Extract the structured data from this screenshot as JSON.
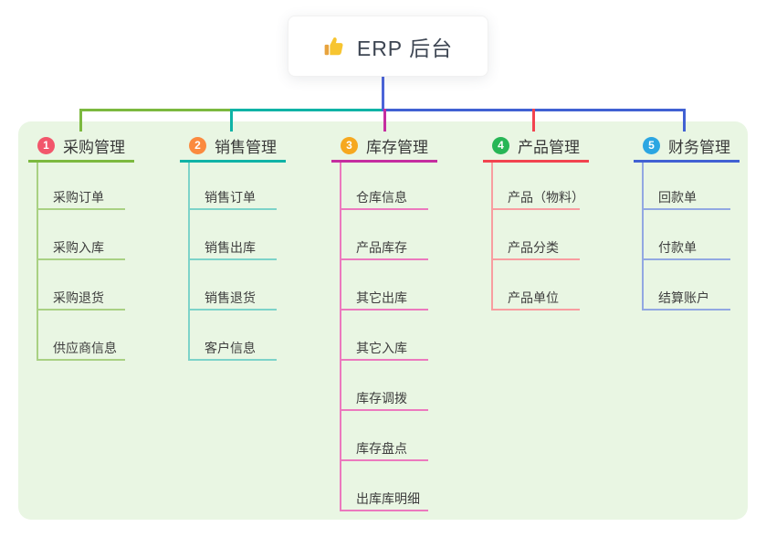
{
  "root": {
    "label": "ERP 后台",
    "icon": "thumbs-up"
  },
  "panel": {
    "bg": "#E9F6E3"
  },
  "connectors": {
    "root_line_color": "#4B64D9"
  },
  "branches": [
    {
      "index": "1",
      "label": "采购管理",
      "badge_color": "#F2566B",
      "line_color": "#7CB93F",
      "child_line_color": "#A9D183",
      "children": [
        "采购订单",
        "采购入库",
        "采购退货",
        "供应商信息"
      ]
    },
    {
      "index": "2",
      "label": "销售管理",
      "badge_color": "#FB8A3F",
      "line_color": "#0FB3A6",
      "child_line_color": "#7DD3C9",
      "children": [
        "销售订单",
        "销售出库",
        "销售退货",
        "客户信息"
      ]
    },
    {
      "index": "3",
      "label": "库存管理",
      "badge_color": "#F6A81F",
      "line_color": "#C52DA0",
      "child_line_color": "#EC79BE",
      "children": [
        "仓库信息",
        "产品库存",
        "其它出库",
        "其它入库",
        "库存调拨",
        "库存盘点",
        "出库库明细"
      ]
    },
    {
      "index": "4",
      "label": "产品管理",
      "badge_color": "#27B656",
      "line_color": "#F2434F",
      "child_line_color": "#F89DA0",
      "children": [
        "产品（物料）",
        "产品分类",
        "产品单位"
      ]
    },
    {
      "index": "5",
      "label": "财务管理",
      "badge_color": "#2BA6E2",
      "line_color": "#4161D3",
      "child_line_color": "#92A8E2",
      "children": [
        "回款单",
        "付款单",
        "结算账户"
      ]
    }
  ]
}
